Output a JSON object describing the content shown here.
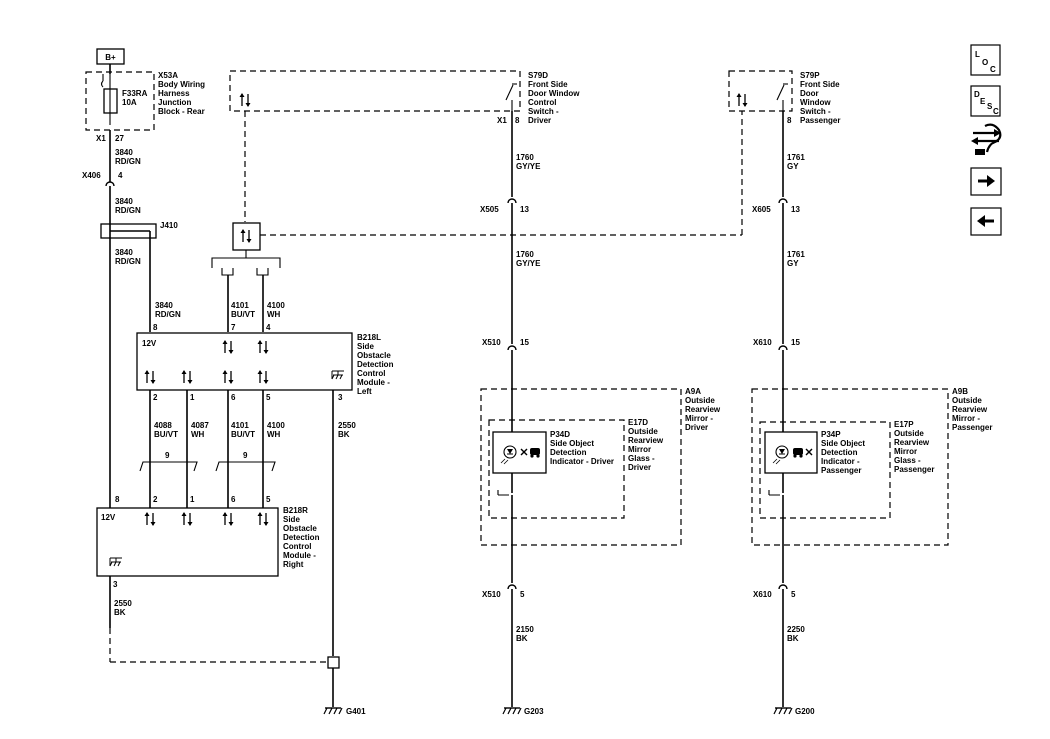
{
  "power": {
    "label": "B+"
  },
  "x53a": {
    "id": "X53A",
    "lines": [
      "Body Wiring",
      "Harness",
      "Junction",
      "Block - Rear"
    ],
    "fuse_id": "F33RA",
    "fuse_rating": "10A",
    "conn": "X1",
    "pin": "27"
  },
  "w3840": {
    "circuit": "3840",
    "color": "RD/GN"
  },
  "x406": {
    "id": "X406",
    "pin": "4"
  },
  "j410": {
    "id": "J410"
  },
  "s79d": {
    "id": "S79D",
    "lines": [
      "Front Side",
      "Door Window",
      "Control",
      "Switch -",
      "Driver"
    ],
    "conn": "X1",
    "pin": "8"
  },
  "s79p": {
    "id": "S79P",
    "lines": [
      "Front Side",
      "Door",
      "Window",
      "Switch -",
      "Passenger"
    ],
    "pin": "8"
  },
  "w1760": {
    "circuit": "1760",
    "color": "GY/YE"
  },
  "w1761": {
    "circuit": "1761",
    "color": "GY"
  },
  "x505": {
    "id": "X505",
    "pin": "13"
  },
  "x605": {
    "id": "X605",
    "pin": "13"
  },
  "x510a": {
    "id": "X510",
    "pin": "15"
  },
  "x610a": {
    "id": "X610",
    "pin": "15"
  },
  "x510b": {
    "id": "X510",
    "pin": "5"
  },
  "x610b": {
    "id": "X610",
    "pin": "5"
  },
  "b218l": {
    "id": "B218L",
    "lines": [
      "Side",
      "Obstacle",
      "Detection",
      "Control",
      "Module -",
      "Left"
    ],
    "v12": "12V",
    "pins_top": [
      "8",
      "7",
      "4"
    ],
    "pins_bottom": [
      "2",
      "1",
      "6",
      "5",
      "3"
    ]
  },
  "b218r": {
    "id": "B218R",
    "lines": [
      "Side",
      "Obstacle",
      "Detection",
      "Control",
      "Module -",
      "Right"
    ],
    "v12": "12V",
    "pins_top": [
      "8",
      "2",
      "1",
      "6",
      "5"
    ],
    "pin_gnd": "3"
  },
  "wires_mid": [
    {
      "circuit": "4101",
      "color": "BU/VT"
    },
    {
      "circuit": "4100",
      "color": "WH"
    },
    {
      "circuit": "4088",
      "color": "BU/VT"
    },
    {
      "circuit": "4087",
      "color": "WH"
    },
    {
      "circuit": "4101",
      "color": "BU/VT"
    },
    {
      "circuit": "4100",
      "color": "WH"
    }
  ],
  "twist": "9",
  "w2550": {
    "circuit": "2550",
    "color": "BK"
  },
  "w2150": {
    "circuit": "2150",
    "color": "BK"
  },
  "w2250": {
    "circuit": "2250",
    "color": "BK"
  },
  "a9a": {
    "id": "A9A",
    "lines": [
      "Outside",
      "Rearview",
      "Mirror -",
      "Driver"
    ]
  },
  "a9b": {
    "id": "A9B",
    "lines": [
      "Outside",
      "Rearview",
      "Mirror -",
      "Passenger"
    ]
  },
  "e17d": {
    "id": "E17D",
    "lines": [
      "Outside",
      "Rearview",
      "Mirror",
      "Glass -",
      "Driver"
    ]
  },
  "e17p": {
    "id": "E17P",
    "lines": [
      "Outside",
      "Rearview",
      "Mirror",
      "Glass -",
      "Passenger"
    ]
  },
  "p34d": {
    "id": "P34D",
    "lines": [
      "Side Object",
      "Detection",
      "Indicator - Driver"
    ]
  },
  "p34p": {
    "id": "P34P",
    "lines": [
      "Side Object",
      "Detection",
      "Indicator -",
      "Passenger"
    ]
  },
  "grounds": [
    "G401",
    "G203",
    "G200"
  ],
  "nav": {
    "loc": [
      "L",
      "O",
      "C"
    ],
    "desc": [
      "D",
      "E",
      "S",
      "C"
    ],
    "icons": [
      "dual-arrow-icon",
      "right-arrow-icon",
      "left-arrow-icon"
    ]
  }
}
